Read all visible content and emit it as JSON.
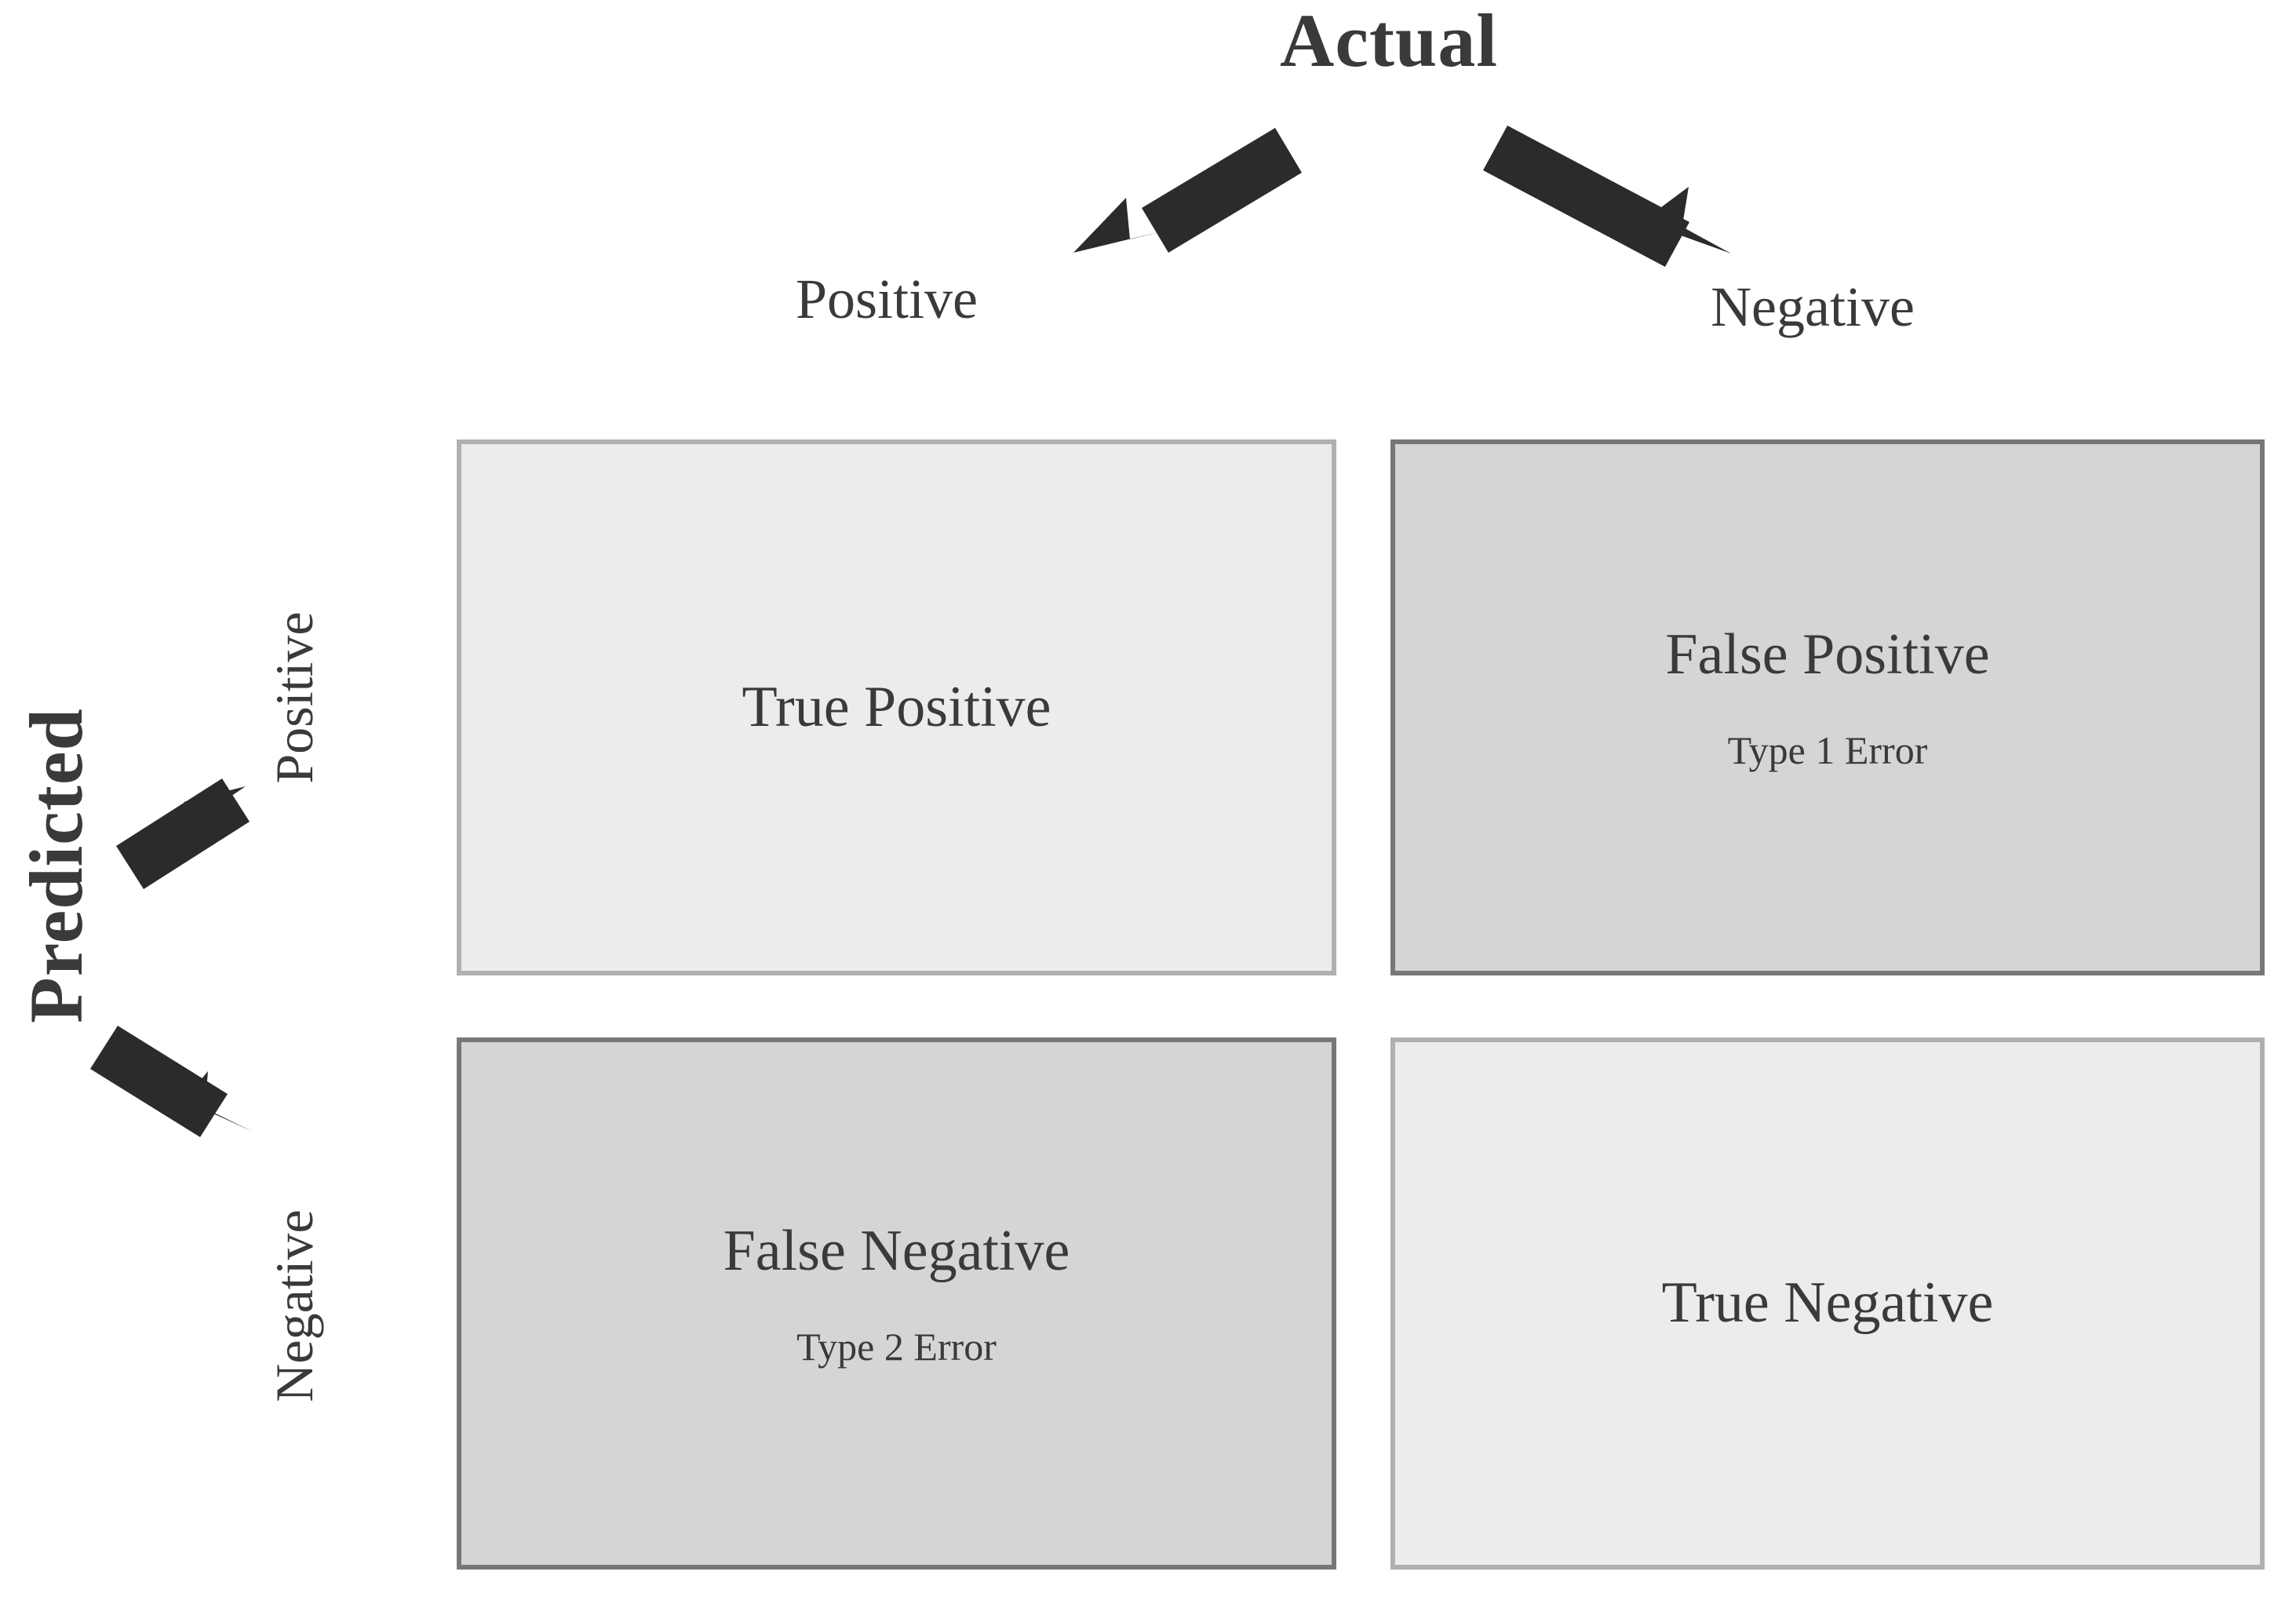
{
  "diagram": {
    "type": "confusion-matrix",
    "background_color": "#ffffff",
    "text_color": "#3a3a3a",
    "arrow_color": "#2b2b2b"
  },
  "axes": {
    "columns": {
      "title": "Actual",
      "labels": [
        "Positive",
        "Negative"
      ]
    },
    "rows": {
      "title": "Predicted",
      "labels": [
        "Positive",
        "Negative"
      ]
    }
  },
  "cells": {
    "true_positive": {
      "title": "True Positive",
      "subtitle": "",
      "fill_color": "#ececec",
      "border_color": "#b0b0b0"
    },
    "false_positive": {
      "title": "False Positive",
      "subtitle": "Type 1 Error",
      "fill_color": "#d5d5d5",
      "border_color": "#777777"
    },
    "false_negative": {
      "title": "False Negative",
      "subtitle": "Type 2 Error",
      "fill_color": "#d5d5d5",
      "border_color": "#777777"
    },
    "true_negative": {
      "title": "True Negative",
      "subtitle": "",
      "fill_color": "#ececec",
      "border_color": "#b0b0b0"
    }
  },
  "arrows": [
    {
      "name": "actual-to-positive",
      "direction": "down-left"
    },
    {
      "name": "actual-to-negative",
      "direction": "down-right"
    },
    {
      "name": "predicted-to-positive",
      "direction": "up-right"
    },
    {
      "name": "predicted-to-negative",
      "direction": "down-right"
    }
  ]
}
